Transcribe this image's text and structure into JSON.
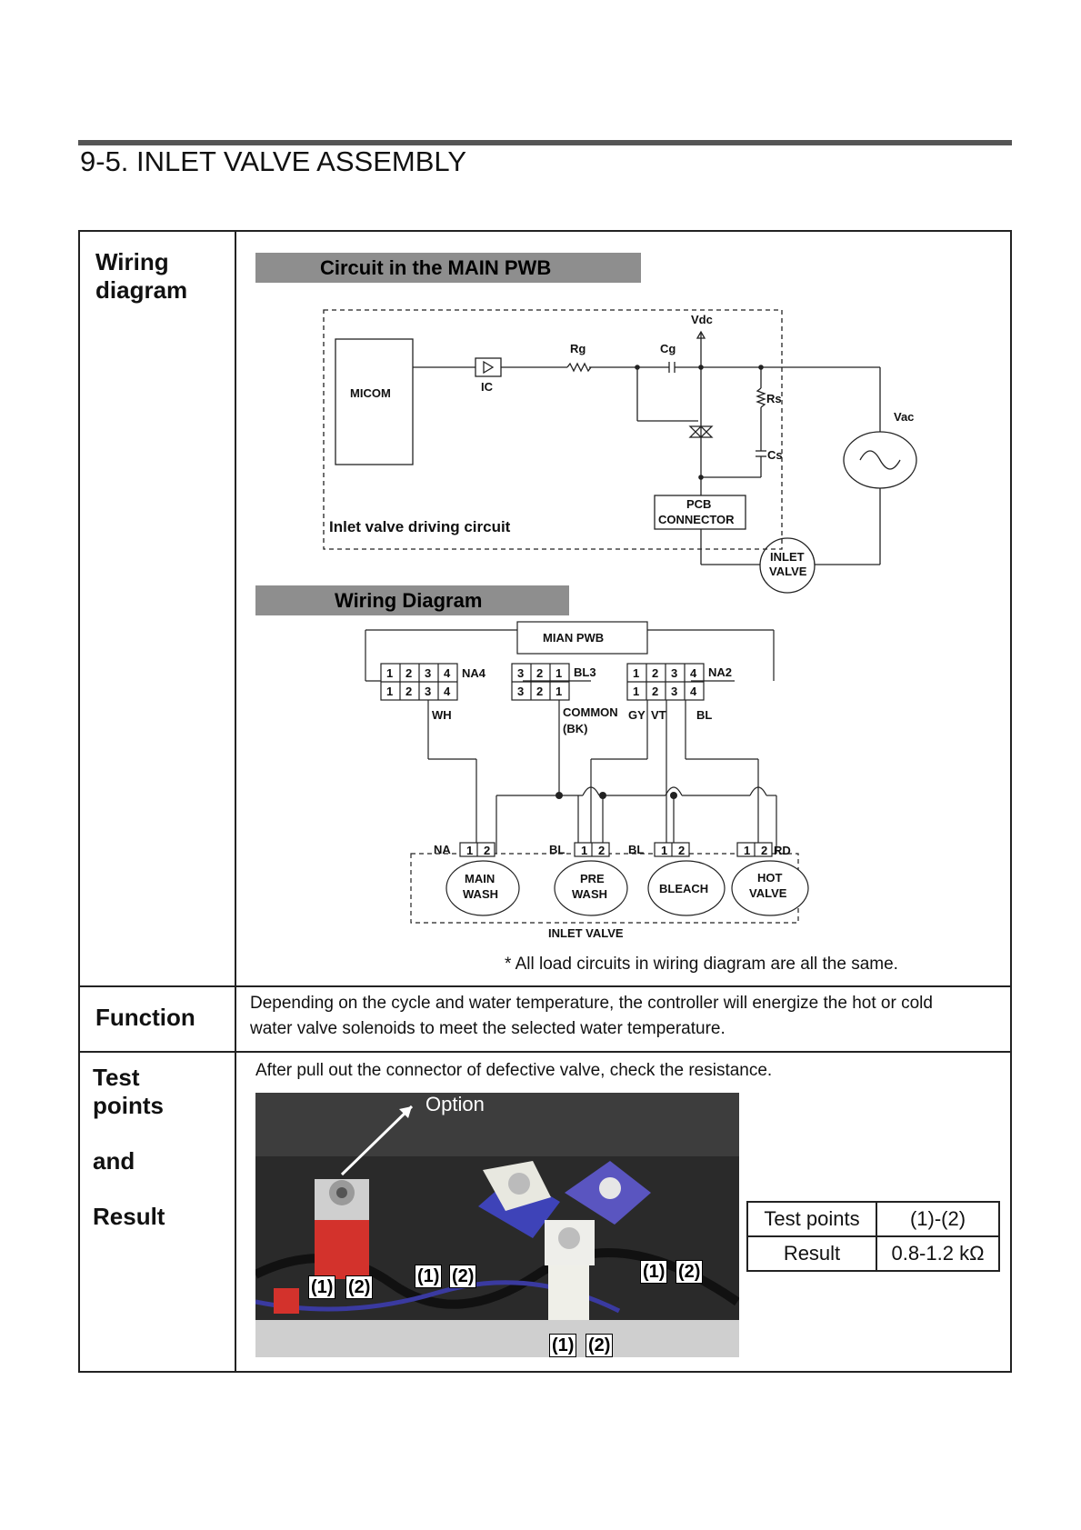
{
  "page_title": "9-5. INLET VALVE ASSEMBLY",
  "rows": {
    "wiring_label": "Wiring\ndiagram",
    "function_label": "Function",
    "test_label_1": "Test",
    "test_label_2": "points",
    "test_label_3": "and",
    "test_label_4": "Result"
  },
  "circuit": {
    "header": "Circuit in the MAIN PWB",
    "micom": "MICOM",
    "ic": "IC",
    "rg": "Rg",
    "cg": "Cg",
    "vdc": "Vdc",
    "rs": "Rs",
    "cs": "Cs",
    "vac": "Vac",
    "pcb_connector_1": "PCB",
    "pcb_connector_2": "CONNECTOR",
    "driving_circuit": "Inlet valve driving circuit",
    "inlet_valve_1": "INLET",
    "inlet_valve_2": "VALVE"
  },
  "wiring": {
    "header": "Wiring Diagram",
    "main_pwb": "MIAN PWB",
    "na4": "NA4",
    "bl3": "BL3",
    "na2": "NA2",
    "wh": "WH",
    "common": "COMMON",
    "bk": "(BK)",
    "gy": "GY",
    "vt": "VT",
    "bl": "BL",
    "na": "NA",
    "bl_a": "BL",
    "bl_b": "BL",
    "rd": "RD",
    "main_wash_1": "MAIN",
    "main_wash_2": "WASH",
    "pre_wash_1": "PRE",
    "pre_wash_2": "WASH",
    "bleach": "BLEACH",
    "hot_valve_1": "HOT",
    "hot_valve_2": "VALVE",
    "inlet_valve": "INLET VALVE",
    "note": "* All load circuits in wiring diagram are all the same."
  },
  "function_text_1": "Depending on the cycle and water temperature, the controller will energize the hot or cold",
  "function_text_2": "water valve solenoids to meet the selected water temperature.",
  "test": {
    "instruction": "After pull out the connector of defective valve, check the resistance.",
    "option_label": "Option",
    "tp1": "(1)",
    "tp2": "(2)",
    "table": {
      "h1": "Test points",
      "v1": "(1)-(2)",
      "h2": "Result",
      "v2": "0.8-1.2 kΩ"
    }
  }
}
